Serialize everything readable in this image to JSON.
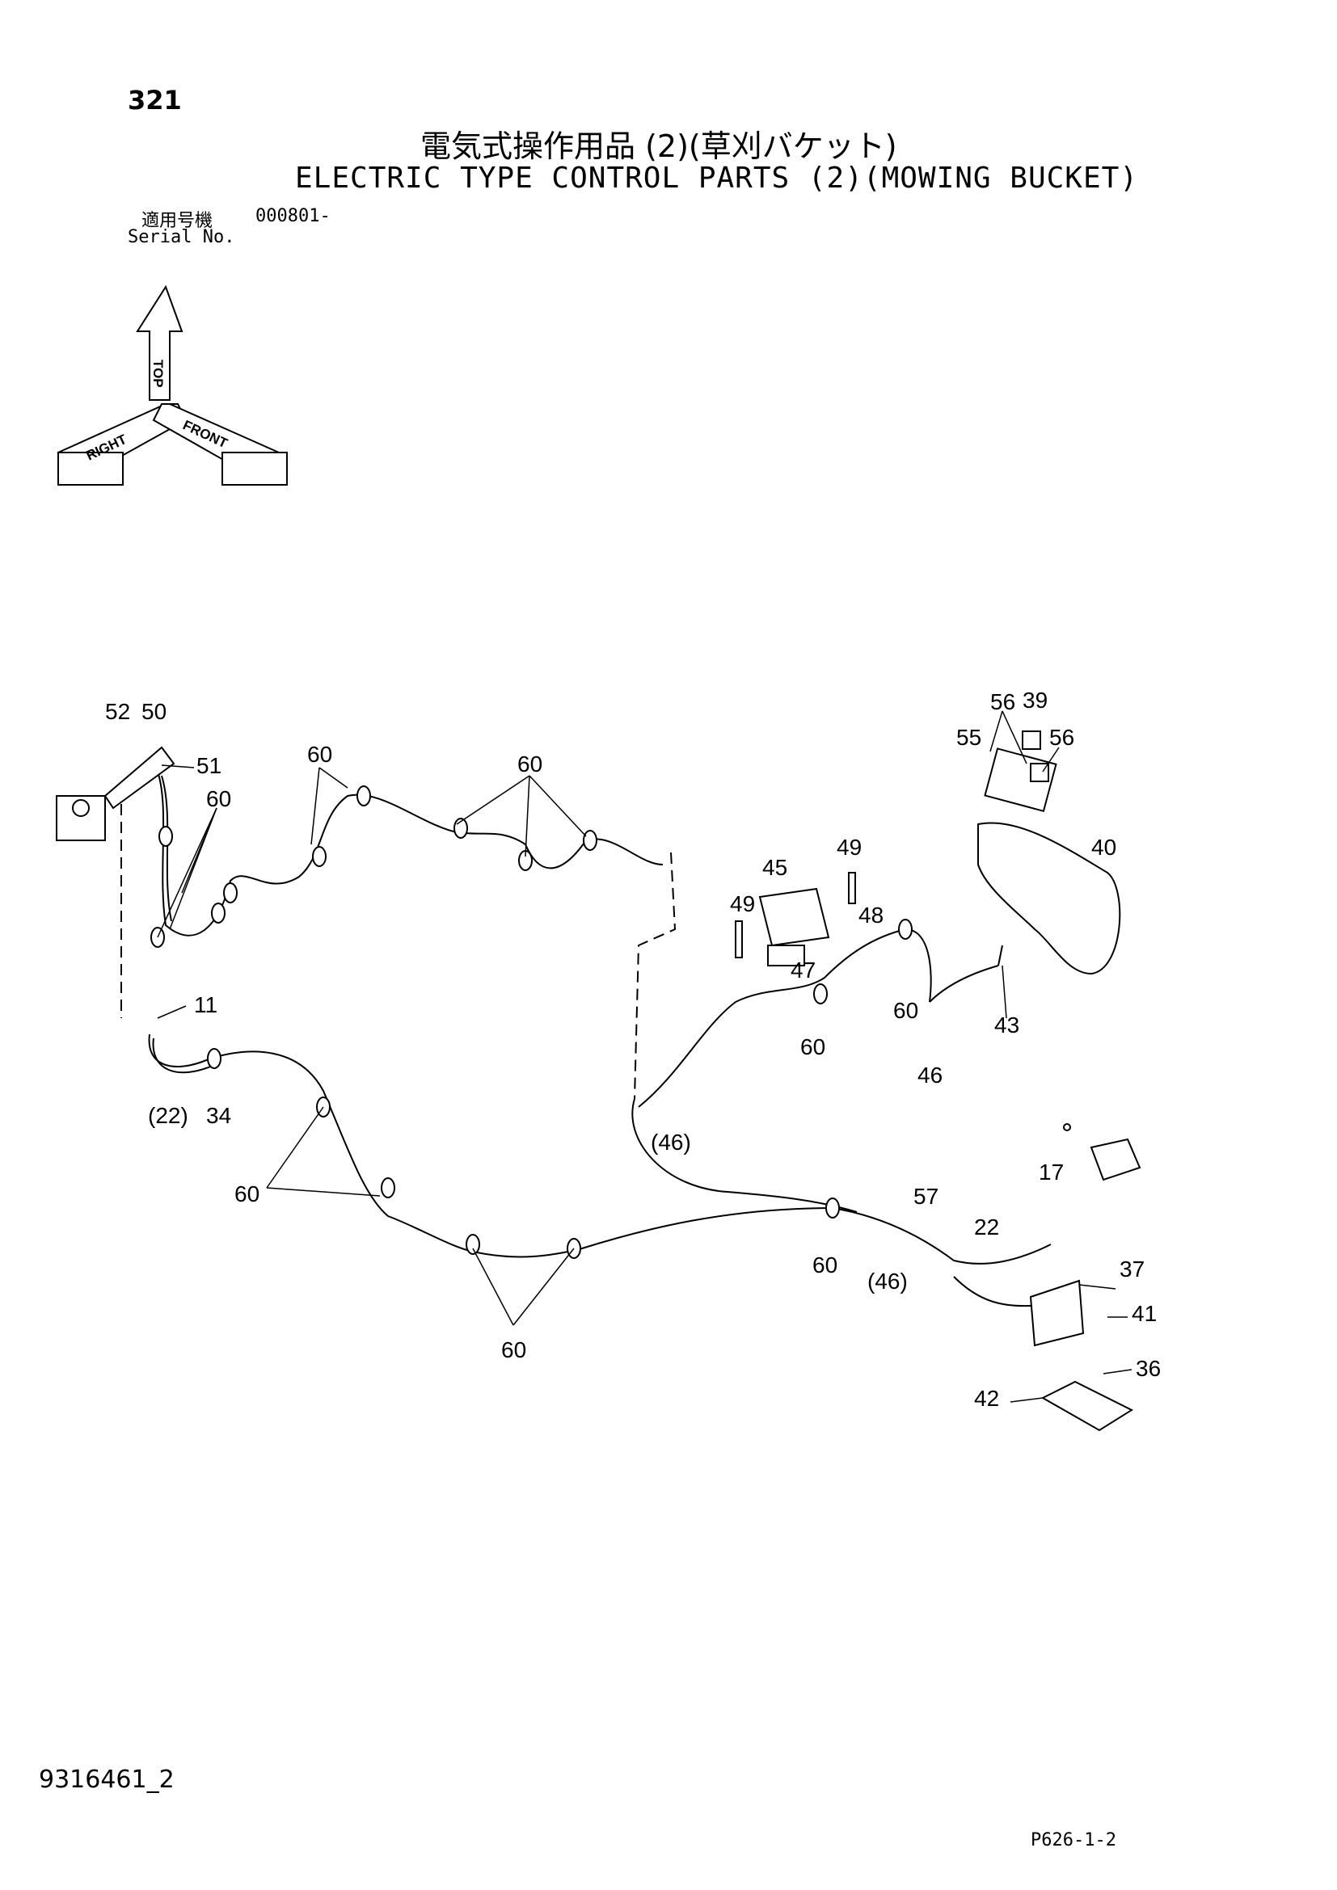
{
  "header": {
    "page_number": "321",
    "title_jp": "電気式操作用品 (2)(草刈バケット)",
    "title_en": "ELECTRIC TYPE CONTROL PARTS (2)(MOWING BUCKET)",
    "serial_label_jp": "適用号機",
    "serial_label_en": "Serial No.",
    "serial_value": "000801-"
  },
  "orientation": {
    "top": "TOP",
    "right": "RIGHT",
    "front": "FRONT"
  },
  "callouts": {
    "c52": "52",
    "c50": "50",
    "c51": "51",
    "c60a": "60",
    "c60b": "60",
    "c60c": "60",
    "c60d": "60",
    "c60e": "60",
    "c60f": "60",
    "c60g": "60",
    "c60h": "60",
    "c11": "11",
    "c22a": "(22)",
    "c34": "34",
    "c46a": "(46)",
    "c46b": "46",
    "c46c": "(46)",
    "c45": "45",
    "c49a": "49",
    "c49b": "49",
    "c48": "48",
    "c47": "47",
    "c43": "43",
    "c40": "40",
    "c55": "55",
    "c56a": "56",
    "c56b": "56",
    "c39": "39",
    "c17": "17",
    "c57": "57",
    "c22b": "22",
    "c37": "37",
    "c41": "41",
    "c36": "36",
    "c42": "42"
  },
  "footer": {
    "doc_number": "9316461_2",
    "page_code": "P626-1-2"
  }
}
